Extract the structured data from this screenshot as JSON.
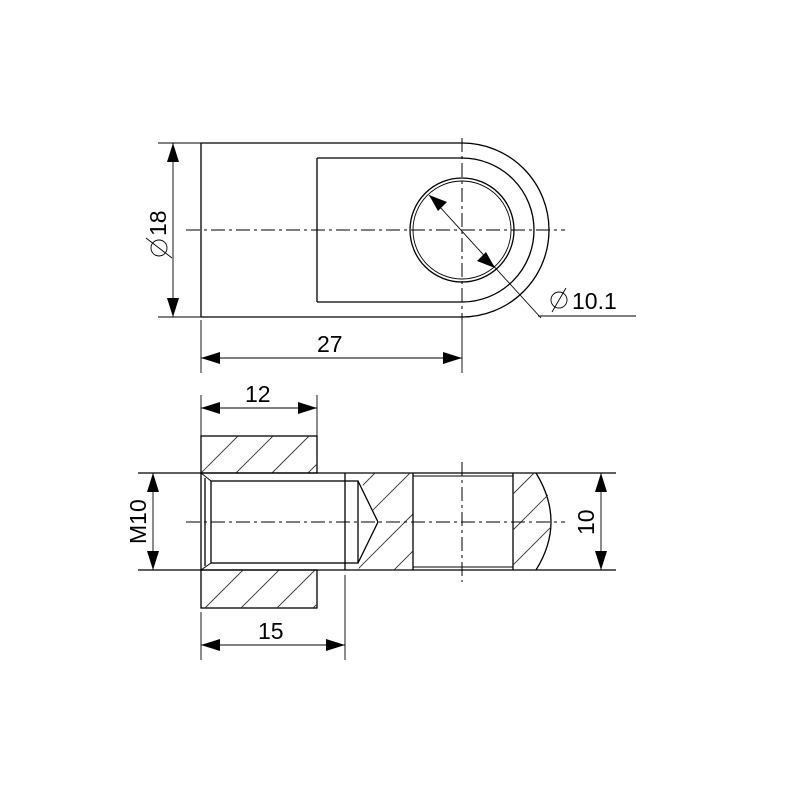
{
  "drawing": {
    "title": "Clevis / eye rod end technical drawing",
    "views": [
      "top view",
      "section view"
    ],
    "dimensions": {
      "outer_diameter": {
        "symbol": "⌀",
        "value": "18"
      },
      "hole_diameter": {
        "symbol": "⌀",
        "value": "10.1"
      },
      "overall_length": {
        "value": "27"
      },
      "shoulder_length": {
        "value": "12"
      },
      "thread": {
        "value": "M10"
      },
      "thread_depth": {
        "value": "15"
      },
      "eye_thickness": {
        "value": "10"
      }
    },
    "colors": {
      "line": "#000000",
      "background": "#ffffff",
      "hatch": "#333333"
    }
  }
}
